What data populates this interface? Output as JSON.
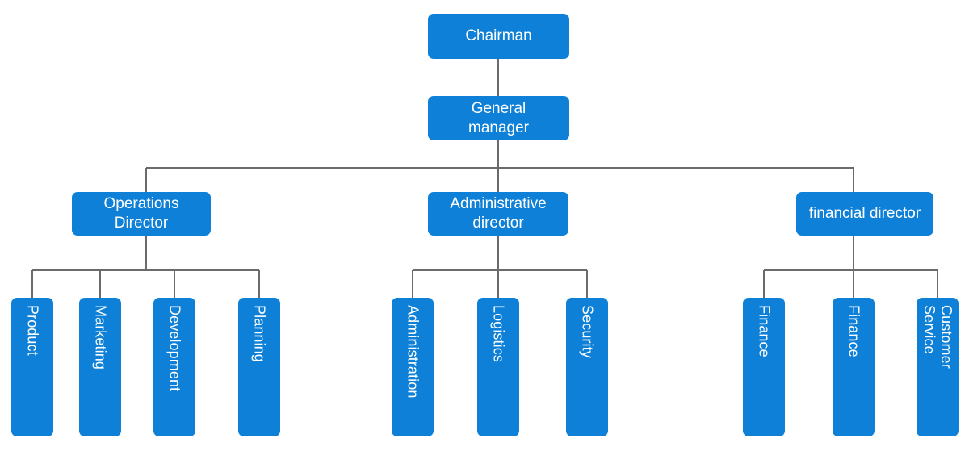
{
  "chart_data": {
    "type": "diagram",
    "title": "Organizational Chart",
    "orientation": "top-down",
    "node_fill": "#0f80d7",
    "node_text_color": "#ffffff",
    "connector_color": "#6b6b6b",
    "background": "#ffffff",
    "levels": 4
  },
  "nodes": {
    "chairman": {
      "label": "Chairman"
    },
    "general_manager": {
      "label": "General\nmanager"
    },
    "operations_director": {
      "label": "Operations\nDirector"
    },
    "administrative_director": {
      "label": "Administrative\ndirector"
    },
    "financial_director": {
      "label": "financial director"
    },
    "product": {
      "label": "Product"
    },
    "marketing": {
      "label": "Marketing"
    },
    "development": {
      "label": "Development"
    },
    "planning": {
      "label": "Planning"
    },
    "administration": {
      "label": "Administration"
    },
    "logistics": {
      "label": "Logistics"
    },
    "security": {
      "label": "Security"
    },
    "finance_1": {
      "label": "Finance"
    },
    "finance_2": {
      "label": "Finance"
    },
    "customer_service": {
      "label": "Customer\nService"
    }
  }
}
